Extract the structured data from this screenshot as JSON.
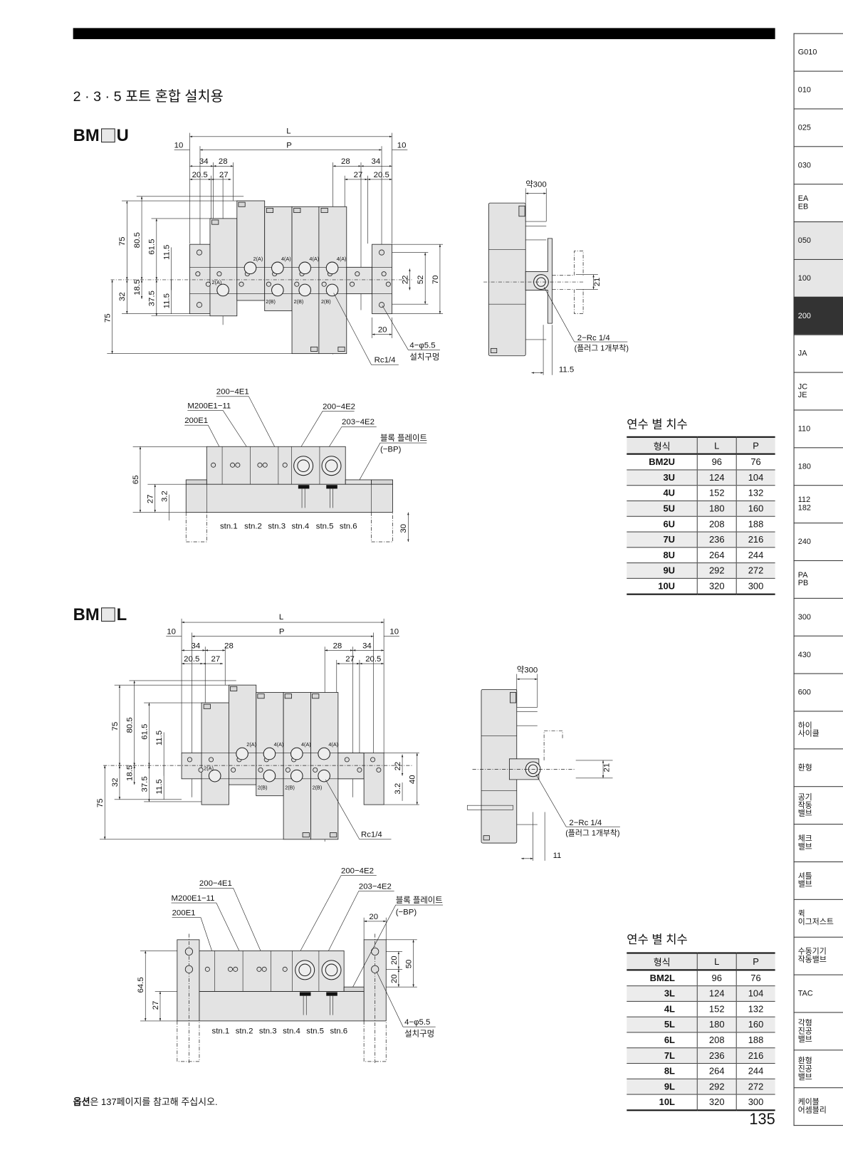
{
  "page": {
    "section_title": "2 · 3 · 5 포트 혼합 설치용",
    "footer_bold": "옵션",
    "footer_rest": "은 137페이지를 참고해 주십시오.",
    "page_number": "135"
  },
  "sidebar": {
    "active": "200",
    "tabs": [
      {
        "label": "G010",
        "state": "normal"
      },
      {
        "label": "010",
        "state": "normal"
      },
      {
        "label": "025",
        "state": "normal"
      },
      {
        "label": "030",
        "state": "normal"
      },
      {
        "label": "EA\nEB",
        "state": "normal"
      },
      {
        "label": "050",
        "state": "light"
      },
      {
        "label": "100",
        "state": "light"
      },
      {
        "label": "200",
        "state": "active"
      },
      {
        "label": "JA",
        "state": "normal"
      },
      {
        "label": "JC\nJE",
        "state": "normal"
      },
      {
        "label": "110",
        "state": "normal"
      },
      {
        "label": "180",
        "state": "normal"
      },
      {
        "label": "112\n182",
        "state": "normal"
      },
      {
        "label": "240",
        "state": "normal"
      },
      {
        "label": "PA\nPB",
        "state": "normal"
      },
      {
        "label": "300",
        "state": "normal"
      },
      {
        "label": "430",
        "state": "normal"
      },
      {
        "label": "600",
        "state": "normal"
      },
      {
        "label": "하이\n사이클",
        "state": "normal"
      },
      {
        "label": "환형",
        "state": "normal"
      },
      {
        "label": "공기\n작동\n밸브",
        "state": "normal"
      },
      {
        "label": "체크\n밸브",
        "state": "normal"
      },
      {
        "label": "셔틀\n밸브",
        "state": "normal"
      },
      {
        "label": "퀵\n이그저스트",
        "state": "normal"
      },
      {
        "label": "수동기기\n작동밸브",
        "state": "normal"
      },
      {
        "label": "TAC",
        "state": "normal"
      },
      {
        "label": "각형\n진공\n밸브",
        "state": "normal"
      },
      {
        "label": "환형\n진공\n밸브",
        "state": "normal"
      },
      {
        "label": "케이블\n어셈블리",
        "state": "normal"
      }
    ]
  },
  "bm_u": {
    "title_prefix": "BM",
    "title_suffix": "U",
    "front": {
      "L": "L",
      "P": "P",
      "end_left": "10",
      "end_right": "10",
      "p34_left": "34",
      "p28_left": "28",
      "p28_right": "28",
      "p34_right": "34",
      "d205_left": "20.5",
      "d27_left": "27",
      "d27_right": "27",
      "d205_right": "20.5",
      "h75": "75",
      "h805": "80.5",
      "h615": "61.5",
      "h115a": "11.5",
      "h32": "32",
      "h185": "18.5",
      "h375": "37.5",
      "h115b": "11.5",
      "h75b": "75",
      "r22": "22",
      "r52": "52",
      "r70": "70",
      "w20": "20",
      "hole": "4−φ5.5",
      "hole_note": "설치구멍",
      "port": "Rc1/4",
      "port_labels": [
        "2(A)",
        "2(A)",
        "4(A)",
        "4(A)",
        "4(A)",
        "2(B)",
        "2(B)",
        "2(B)"
      ]
    },
    "side": {
      "cable": "약300",
      "d21": "21",
      "port": "2−Rc 1/4",
      "port_note": "(플러그 1개부착)",
      "d_bottom": "11.5"
    },
    "bottom": {
      "part_4e1": "200−4E1",
      "part_m11": "M200E1−11",
      "part_e1": "200E1",
      "part_4e2": "200−4E2",
      "part_203": "203−4E2",
      "block_plate": "블록 플레이트",
      "bp": "(−BP)",
      "h65": "65",
      "h27": "27",
      "h32": "3.2",
      "h30": "30",
      "stations": [
        "stn.1",
        "stn.2",
        "stn.3",
        "stn.4",
        "stn.5",
        "stn.6"
      ]
    },
    "table": {
      "title": "연수 별 치수",
      "headers": [
        "형식",
        "L",
        "P"
      ],
      "rows": [
        [
          "BM2U",
          "96",
          "76"
        ],
        [
          "3U",
          "124",
          "104"
        ],
        [
          "4U",
          "152",
          "132"
        ],
        [
          "5U",
          "180",
          "160"
        ],
        [
          "6U",
          "208",
          "188"
        ],
        [
          "7U",
          "236",
          "216"
        ],
        [
          "8U",
          "264",
          "244"
        ],
        [
          "9U",
          "292",
          "272"
        ],
        [
          "10U",
          "320",
          "300"
        ]
      ]
    }
  },
  "bm_l": {
    "title_prefix": "BM",
    "title_suffix": "L",
    "front": {
      "L": "L",
      "P": "P",
      "end_left": "10",
      "end_right": "10",
      "p34_left": "34",
      "p28_left": "28",
      "p28_right": "28",
      "p34_right": "34",
      "d205_left": "20.5",
      "d27_left": "27",
      "d27_right": "27",
      "d205_right": "20.5",
      "h75": "75",
      "h805": "80.5",
      "h615": "61.5",
      "h115a": "11.5",
      "h32": "32",
      "h185": "18.5",
      "h375": "37.5",
      "h115b": "11.5",
      "h75b": "75",
      "r22": "22",
      "r32": "3.2",
      "r40": "40",
      "port": "Rc1/4",
      "port_labels": [
        "2(A)",
        "2(A)",
        "4(A)",
        "4(A)",
        "4(A)",
        "2(B)",
        "2(B)",
        "2(B)"
      ]
    },
    "side": {
      "cable": "약300",
      "d21": "21",
      "port": "2−Rc 1/4",
      "port_note": "(플러그 1개부착)",
      "d_bottom": "11"
    },
    "bottom": {
      "part_4e1": "200−4E1",
      "part_m11": "M200E1−11",
      "part_e1": "200E1",
      "part_4e2": "200−4E2",
      "part_203": "203−4E2",
      "block_plate": "블록 플레이트",
      "bp": "(−BP)",
      "w20": "20",
      "v20a": "20",
      "v20b": "20",
      "h50": "50",
      "h645": "64.5",
      "h27": "27",
      "hole": "4−φ5.5",
      "hole_note": "설치구멍",
      "stations": [
        "stn.1",
        "stn.2",
        "stn.3",
        "stn.4",
        "stn.5",
        "stn.6"
      ]
    },
    "table": {
      "title": "연수 별 치수",
      "headers": [
        "형식",
        "L",
        "P"
      ],
      "rows": [
        [
          "BM2L",
          "96",
          "76"
        ],
        [
          "3L",
          "124",
          "104"
        ],
        [
          "4L",
          "152",
          "132"
        ],
        [
          "5L",
          "180",
          "160"
        ],
        [
          "6L",
          "208",
          "188"
        ],
        [
          "7L",
          "236",
          "216"
        ],
        [
          "8L",
          "264",
          "244"
        ],
        [
          "9L",
          "292",
          "272"
        ],
        [
          "10L",
          "320",
          "300"
        ]
      ]
    }
  }
}
